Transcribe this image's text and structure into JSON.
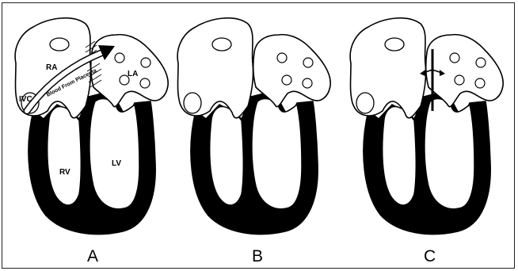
{
  "panels": [
    {
      "letter": "A"
    },
    {
      "letter": "B"
    },
    {
      "letter": "C"
    }
  ],
  "labels": {
    "ra": "RA",
    "la": "LA",
    "ivc": "IVC",
    "rv": "RV",
    "lv": "LV",
    "arrow": "Blood From Placenta"
  }
}
